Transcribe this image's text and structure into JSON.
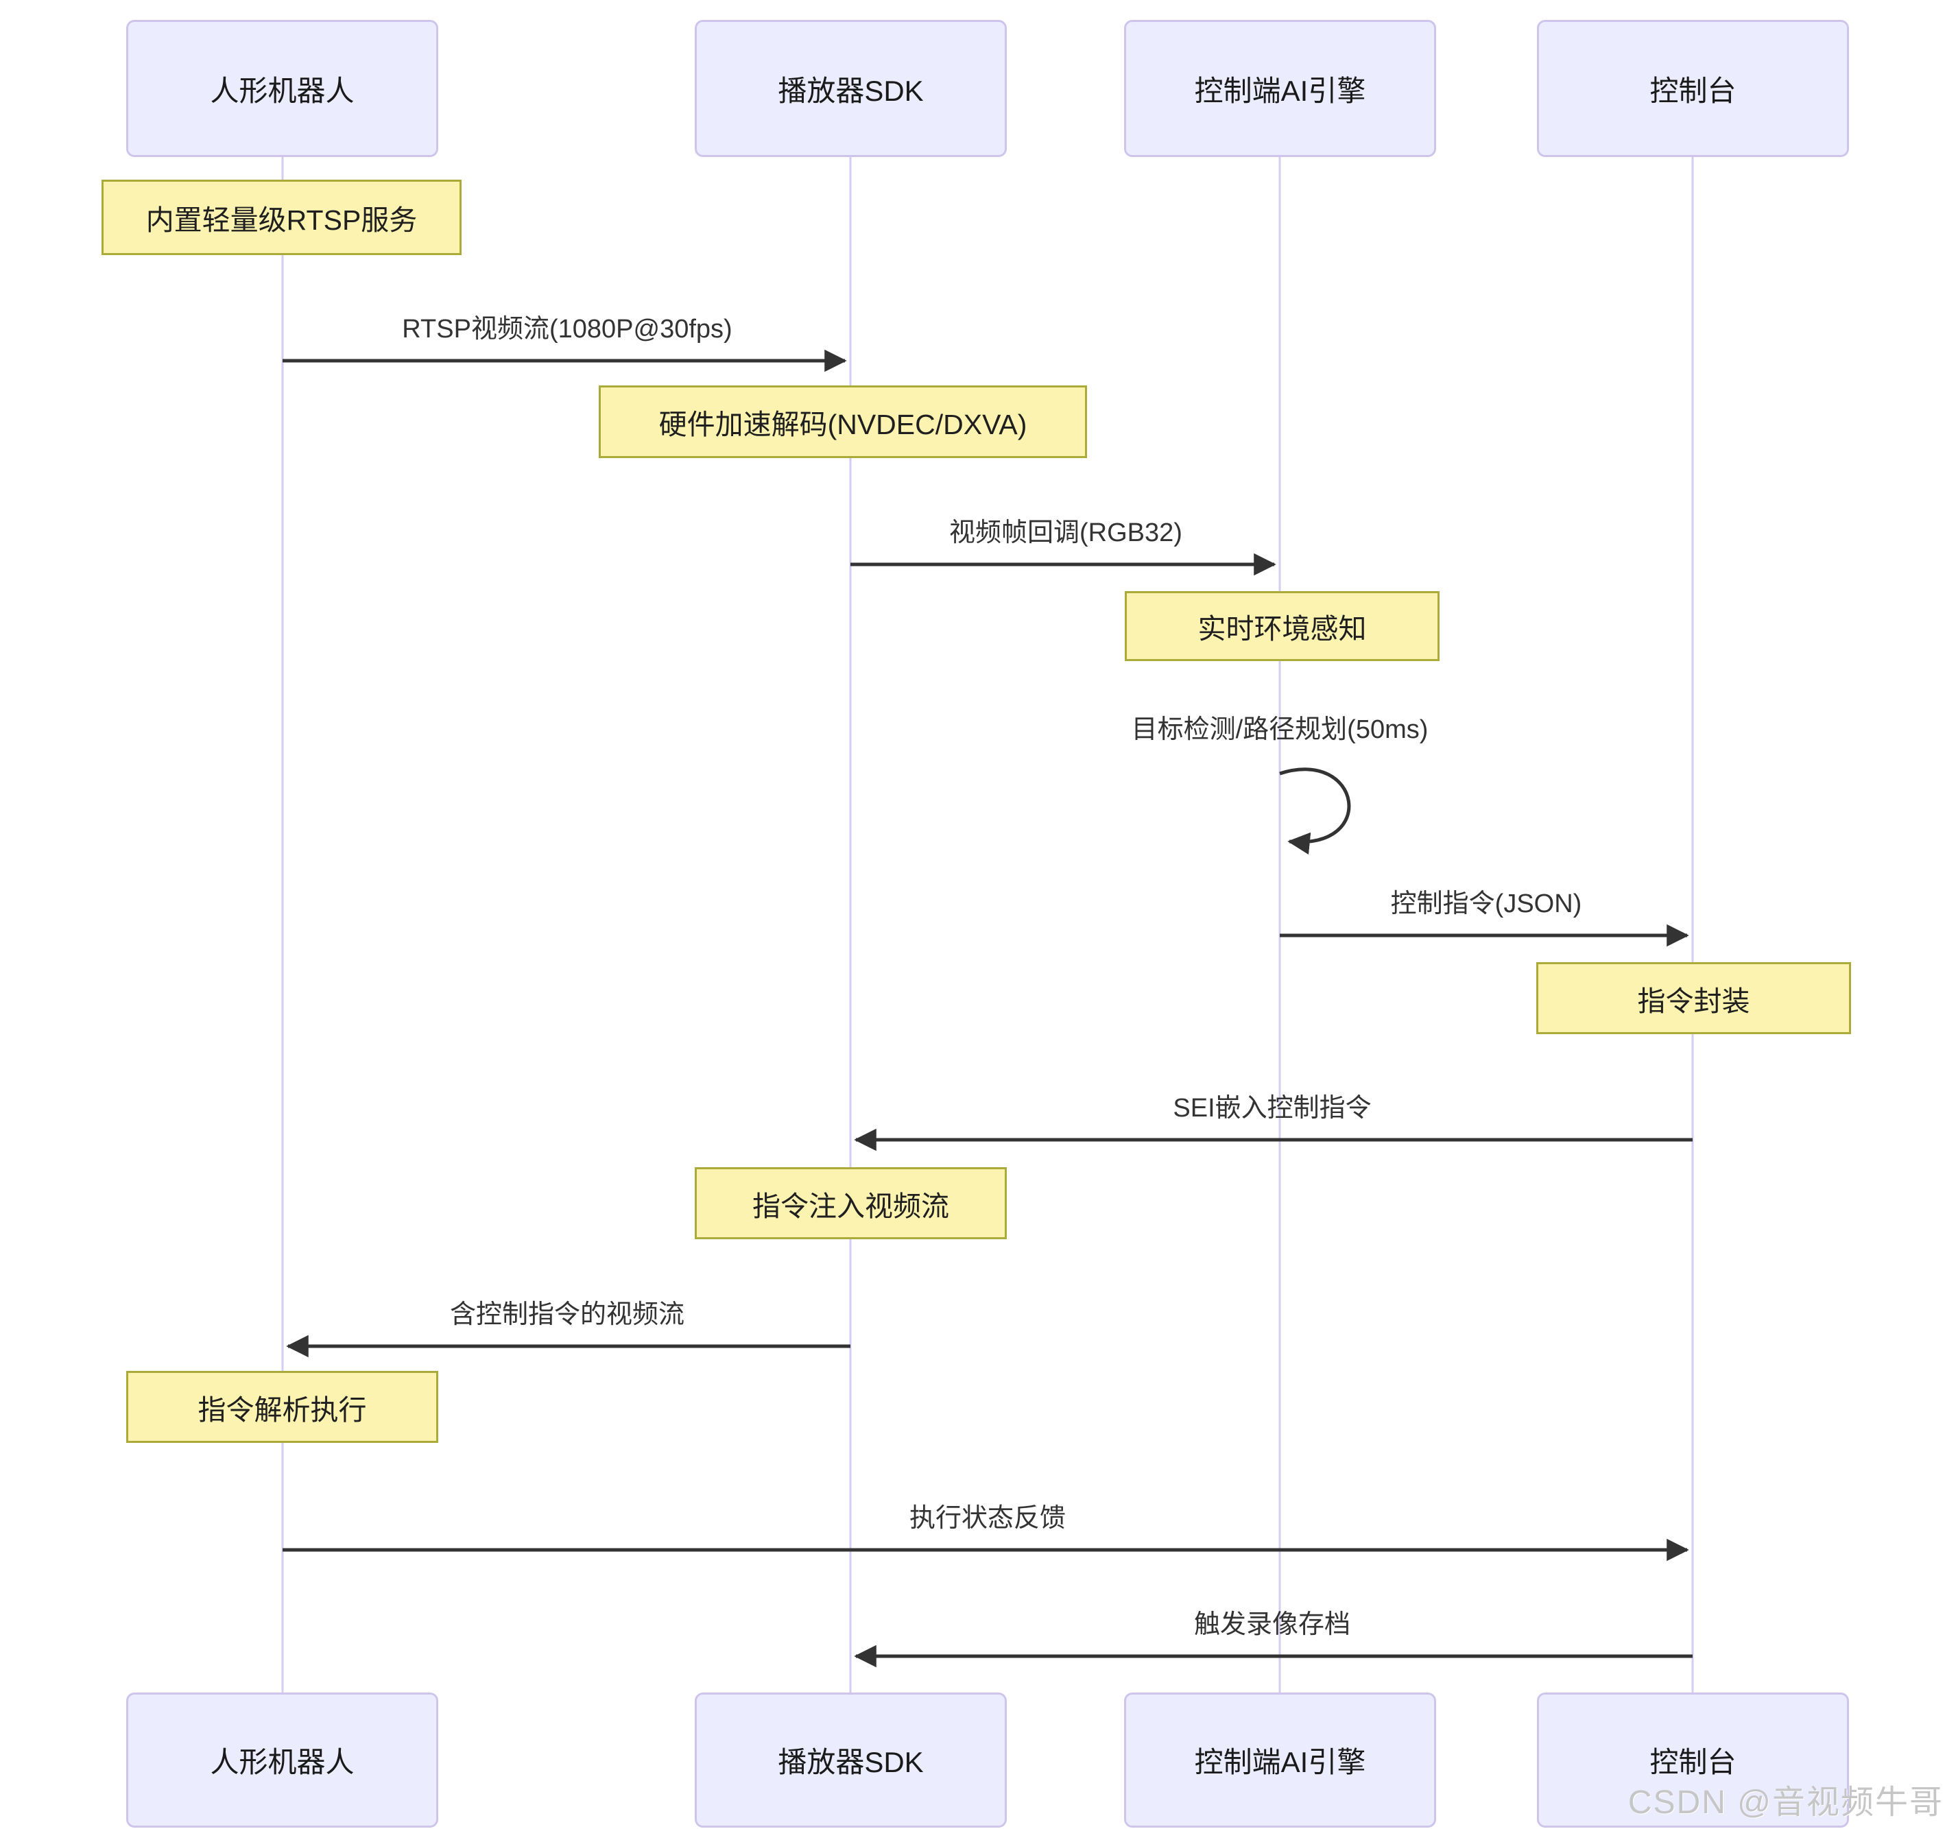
{
  "diagram": {
    "type": "sequence",
    "actors": [
      {
        "id": "robot",
        "name": "人形机器人"
      },
      {
        "id": "player_sdk",
        "name": "播放器SDK"
      },
      {
        "id": "ai_engine",
        "name": "控制端AI引擎"
      },
      {
        "id": "console",
        "name": "控制台"
      }
    ],
    "notes": [
      {
        "over": "人形机器人",
        "text": "内置轻量级RTSP服务"
      },
      {
        "over": "播放器SDK",
        "text": "硬件加速解码(NVDEC/DXVA)"
      },
      {
        "over": "控制端AI引擎",
        "text": "实时环境感知"
      },
      {
        "over": "控制台",
        "text": "指令封装"
      },
      {
        "over": "播放器SDK",
        "text": "指令注入视频流"
      },
      {
        "over": "人形机器人",
        "text": "指令解析执行"
      }
    ],
    "messages": [
      {
        "from": "人形机器人",
        "to": "播放器SDK",
        "label": "RTSP视频流(1080P@30fps)"
      },
      {
        "from": "播放器SDK",
        "to": "控制端AI引擎",
        "label": "视频帧回调(RGB32)"
      },
      {
        "from": "控制端AI引擎",
        "to": "控制端AI引擎",
        "label": "目标检测/路径规划(50ms)",
        "self": true
      },
      {
        "from": "控制端AI引擎",
        "to": "控制台",
        "label": "控制指令(JSON)"
      },
      {
        "from": "控制台",
        "to": "播放器SDK",
        "label": "SEI嵌入控制指令"
      },
      {
        "from": "播放器SDK",
        "to": "人形机器人",
        "label": "含控制指令的视频流"
      },
      {
        "from": "人形机器人",
        "to": "控制台",
        "label": "执行状态反馈"
      },
      {
        "from": "控制台",
        "to": "播放器SDK",
        "label": "触发录像存档"
      }
    ],
    "watermark": "CSDN @音视频牛哥",
    "colors": {
      "actor_fill": "#ECECFF",
      "actor_border": "#CFC5EC",
      "note_fill": "#FBF3AF",
      "note_border": "#ABAB3A",
      "lifeline": "#D6CEF2",
      "arrow": "#333333",
      "watermark": "#C6C6C6"
    }
  }
}
